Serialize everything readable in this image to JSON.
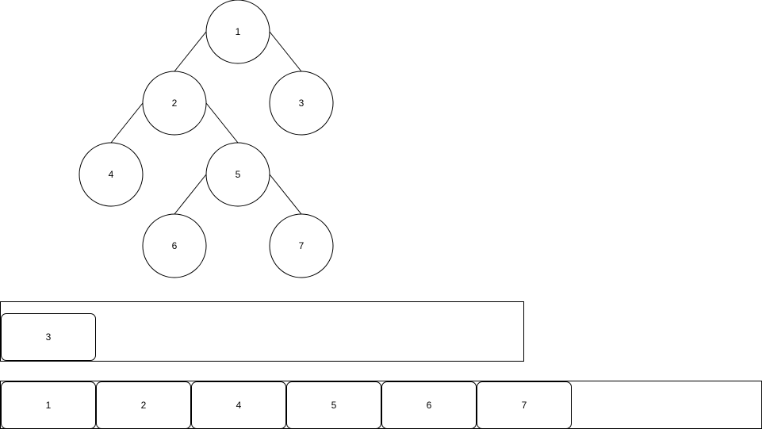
{
  "tree": {
    "nodes": [
      {
        "id": "1",
        "label": "1"
      },
      {
        "id": "2",
        "label": "2"
      },
      {
        "id": "3",
        "label": "3"
      },
      {
        "id": "4",
        "label": "4"
      },
      {
        "id": "5",
        "label": "5"
      },
      {
        "id": "6",
        "label": "6"
      },
      {
        "id": "7",
        "label": "7"
      }
    ],
    "edges": [
      {
        "from": "1",
        "to": "2"
      },
      {
        "from": "1",
        "to": "3"
      },
      {
        "from": "2",
        "to": "4"
      },
      {
        "from": "2",
        "to": "5"
      },
      {
        "from": "5",
        "to": "6"
      },
      {
        "from": "5",
        "to": "7"
      }
    ]
  },
  "top_box": {
    "items": [
      "3"
    ]
  },
  "bottom_box": {
    "items": [
      "1",
      "2",
      "4",
      "5",
      "6",
      "7"
    ]
  }
}
